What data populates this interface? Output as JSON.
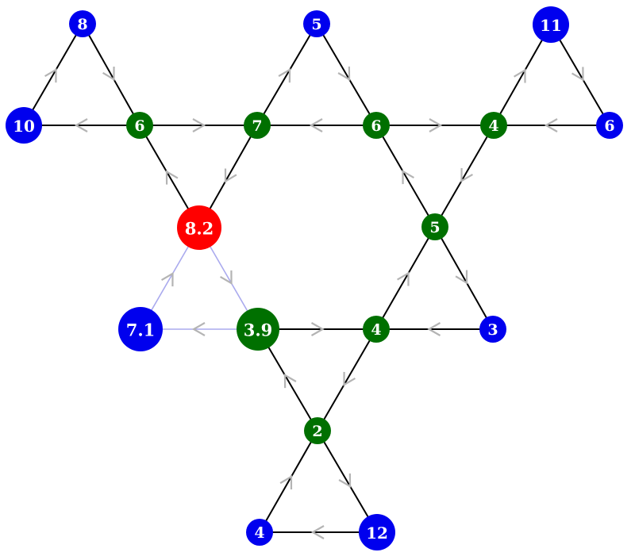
{
  "graph": {
    "colors": {
      "edge": "#000000",
      "highlight_edge": "#aaaaee",
      "arrow": "#b4b4b4",
      "leaf": "#0000ee",
      "internal": "#007000",
      "highlight": "#ff0000",
      "label": "#ffffff"
    },
    "nodes": [
      {
        "id": "n1",
        "label": "8",
        "kind": "leaf"
      },
      {
        "id": "n2",
        "label": "5",
        "kind": "leaf"
      },
      {
        "id": "n3",
        "label": "11",
        "kind": "leaf"
      },
      {
        "id": "n4",
        "label": "10",
        "kind": "leaf"
      },
      {
        "id": "n5",
        "label": "6",
        "kind": "internal"
      },
      {
        "id": "n6",
        "label": "7",
        "kind": "internal"
      },
      {
        "id": "n7",
        "label": "6",
        "kind": "internal"
      },
      {
        "id": "n8",
        "label": "4",
        "kind": "internal"
      },
      {
        "id": "n9",
        "label": "6",
        "kind": "leaf"
      },
      {
        "id": "n10",
        "label": "8.2",
        "kind": "highlight"
      },
      {
        "id": "n11",
        "label": "5",
        "kind": "internal"
      },
      {
        "id": "n12",
        "label": "7.1",
        "kind": "leaf"
      },
      {
        "id": "n13",
        "label": "3.9",
        "kind": "internal"
      },
      {
        "id": "n14",
        "label": "4",
        "kind": "internal"
      },
      {
        "id": "n15",
        "label": "3",
        "kind": "leaf"
      },
      {
        "id": "n16",
        "label": "2",
        "kind": "internal"
      },
      {
        "id": "n17",
        "label": "4",
        "kind": "leaf"
      },
      {
        "id": "n18",
        "label": "12",
        "kind": "leaf"
      }
    ],
    "edges": [
      {
        "from": "n4",
        "to": "n1",
        "style": "normal"
      },
      {
        "from": "n1",
        "to": "n5",
        "style": "normal"
      },
      {
        "from": "n5",
        "to": "n4",
        "style": "normal"
      },
      {
        "from": "n5",
        "to": "n6",
        "style": "normal"
      },
      {
        "from": "n6",
        "to": "n2",
        "style": "normal"
      },
      {
        "from": "n2",
        "to": "n7",
        "style": "normal"
      },
      {
        "from": "n7",
        "to": "n6",
        "style": "normal"
      },
      {
        "from": "n7",
        "to": "n8",
        "style": "normal"
      },
      {
        "from": "n8",
        "to": "n3",
        "style": "normal"
      },
      {
        "from": "n3",
        "to": "n9",
        "style": "normal"
      },
      {
        "from": "n9",
        "to": "n8",
        "style": "normal"
      },
      {
        "from": "n10",
        "to": "n5",
        "style": "normal"
      },
      {
        "from": "n6",
        "to": "n10",
        "style": "normal"
      },
      {
        "from": "n11",
        "to": "n7",
        "style": "normal"
      },
      {
        "from": "n8",
        "to": "n11",
        "style": "normal"
      },
      {
        "from": "n11",
        "to": "n15",
        "style": "normal"
      },
      {
        "from": "n15",
        "to": "n14",
        "style": "normal"
      },
      {
        "from": "n14",
        "to": "n11",
        "style": "normal"
      },
      {
        "from": "n13",
        "to": "n14",
        "style": "normal"
      },
      {
        "from": "n14",
        "to": "n16",
        "style": "normal"
      },
      {
        "from": "n16",
        "to": "n13",
        "style": "normal"
      },
      {
        "from": "n16",
        "to": "n18",
        "style": "normal"
      },
      {
        "from": "n18",
        "to": "n17",
        "style": "normal"
      },
      {
        "from": "n17",
        "to": "n16",
        "style": "normal"
      },
      {
        "from": "n10",
        "to": "n13",
        "style": "highlight"
      },
      {
        "from": "n13",
        "to": "n12",
        "style": "highlight"
      },
      {
        "from": "n12",
        "to": "n10",
        "style": "highlight"
      }
    ]
  }
}
